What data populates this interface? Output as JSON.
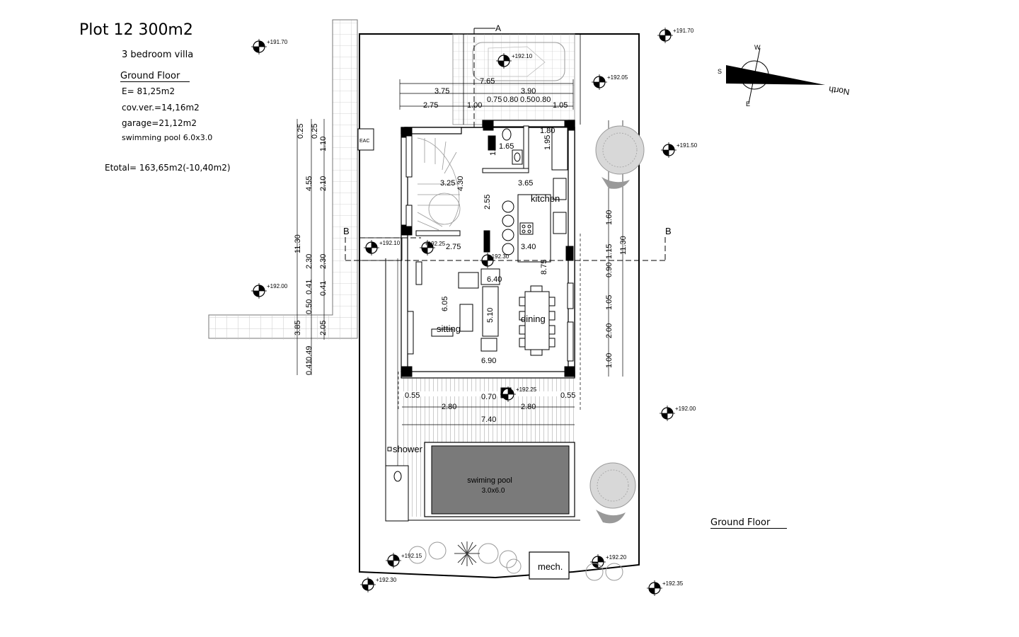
{
  "header": {
    "title": "Plot 12  300m2",
    "subtitle": "3 bedroom villa",
    "floor_label": "Ground Floor",
    "area_e": "E= 81,25m2",
    "cov_ver": "cov.ver.=14,16m2",
    "garage": "garage=21,12m2",
    "swimming_pool": "swimming pool 6.0x3.0",
    "etotal": "Etotal= 163,65m2(-10,40m2)"
  },
  "footer_label": "Ground Floor",
  "compass": {
    "north": "North",
    "w": "W",
    "s": "S",
    "e": "E"
  },
  "sections": {
    "a": "A",
    "b_left": "B",
    "b_right": "B"
  },
  "rooms": {
    "kitchen": "kitchen",
    "sitting": "sitting",
    "dining": "dining",
    "shower": "shower",
    "pool_label": "swiming pool",
    "pool_size": "3.0x6.0",
    "mech": "mech.",
    "eac": "EAC"
  },
  "levels": {
    "l1": "+191.70",
    "l2": "+191.70",
    "l3": "+192.10",
    "l4": "+192.05",
    "l5": "+191.50",
    "l6": "+192.00",
    "l7": "+192.10",
    "l8": "+192.25",
    "l9": "+192.30",
    "l10": "+192.25",
    "l11": "+192.00",
    "l12": "+192.15",
    "l13": "+192.20",
    "l14": "+192.30",
    "l15": "+192.35"
  },
  "dims": {
    "top": {
      "d765": "7.65",
      "d375": "3.75",
      "d390": "3.90",
      "d275": "2.75",
      "d100": "1.00",
      "d075": "0.75",
      "d080a": "0.80",
      "d050": "0.50",
      "d080b": "0.80",
      "d105": "1.05"
    },
    "interior": {
      "d180": "1.80",
      "d165": "1.65",
      "d195a": "1.95",
      "d195b": "1.95",
      "d325": "3.25",
      "d430": "4.30",
      "d365": "3.65",
      "d255": "2.55",
      "d275b": "2.75",
      "d340": "3.40",
      "d640": "6.40",
      "d875": "8.75",
      "d605": "6.05",
      "d510": "5.10",
      "d690": "6.90"
    },
    "bottom": {
      "d055a": "0.55",
      "d070": "0.70",
      "d055b": "0.55",
      "d280a": "2.80",
      "d280b": "2.80",
      "d740": "7.40"
    },
    "left": {
      "l025a": "0.25",
      "l025b": "0.25",
      "l110": "1.10",
      "l455": "4.55",
      "l210": "2.10",
      "l1130": "11.30",
      "l230a": "2.30",
      "l230b": "2.30",
      "l041a": "0.41",
      "l050": "0.50",
      "l385": "3.85",
      "l205": "2.05",
      "l049": "0.49",
      "l041b": "0.41",
      "l041c": "0.41"
    },
    "right": {
      "r160": "1.60",
      "r115": "1.15",
      "r090": "0.90",
      "r105": "1.05",
      "r200": "2.00",
      "r100": "1.00",
      "r1130": "11.30"
    }
  }
}
